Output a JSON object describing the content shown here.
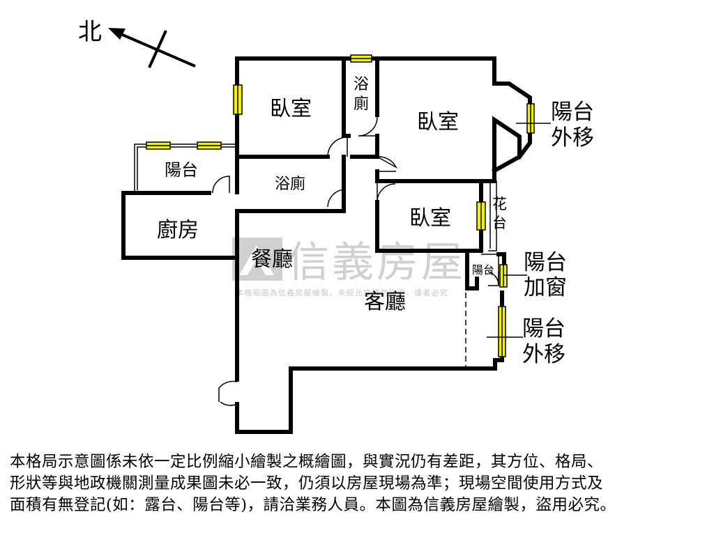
{
  "compass": {
    "label": "北"
  },
  "rooms": {
    "bedroom_1": "臥室",
    "bedroom_2": "臥室",
    "bedroom_3": "臥室",
    "bath_top": "浴\n廁",
    "bath_mid": "浴廁",
    "balcony_left": "陽台",
    "kitchen": "廚房",
    "dining": "餐廳",
    "living": "客廳",
    "small_balcony": "陽台",
    "planter": "花\n台"
  },
  "callouts": {
    "balcony_out_1": "陽台\n外移",
    "balcony_window": "陽台\n加窗",
    "balcony_out_2": "陽台\n外移"
  },
  "watermark": {
    "brand": "信義房屋",
    "notice": "本格局圖為信義房屋繪製，未經允許請勿盜用，違者必究"
  },
  "colors": {
    "wall": "#000000",
    "window": "#f2f200",
    "watermark": "#c8c8c8"
  },
  "disclaimer": [
    "本格局示意圖係未依一定比例縮小繪製之概繪圖，與實況仍有差距，其方位、格局、",
    "形狀等與地政機關測量成果圖未必一致，仍須以房屋現場為準；現場空間使用方式及",
    "面積有無登記(如：露台、陽台等)，請洽業務人員。本圖為信義房屋繪製，盜用必究。"
  ]
}
